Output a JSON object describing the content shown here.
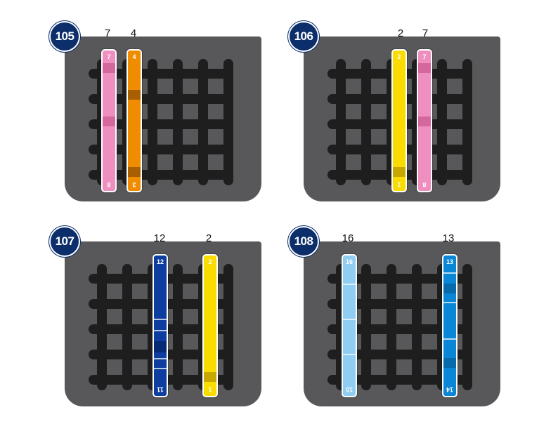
{
  "colors": {
    "pink": "#ef8fbf",
    "orange": "#f08c00",
    "yellow": "#fbdc00",
    "dark_blue": "#0d3d9e",
    "light_blue": "#8fcdf2",
    "mid_blue": "#0a86d6"
  },
  "panels": [
    {
      "id": "105",
      "labels": [
        "7",
        "4"
      ],
      "strips": [
        {
          "color": "pink",
          "top": "7",
          "bottom": "8"
        },
        {
          "color": "orange",
          "top": "4",
          "bottom": "3"
        }
      ]
    },
    {
      "id": "106",
      "labels": [
        "2",
        "7"
      ],
      "strips": [
        {
          "color": "yellow",
          "top": "2",
          "bottom": "1"
        },
        {
          "color": "pink",
          "top": "7",
          "bottom": "8"
        }
      ]
    },
    {
      "id": "107",
      "labels": [
        "12",
        "2"
      ],
      "strips": [
        {
          "color": "dark_blue",
          "top": "12",
          "bottom": "11"
        },
        {
          "color": "yellow",
          "top": "2",
          "bottom": "1"
        }
      ]
    },
    {
      "id": "108",
      "labels": [
        "16",
        "13"
      ],
      "strips": [
        {
          "color": "light_blue",
          "top": "16",
          "bottom": "15"
        },
        {
          "color": "mid_blue",
          "top": "13",
          "bottom": "14"
        }
      ]
    }
  ]
}
